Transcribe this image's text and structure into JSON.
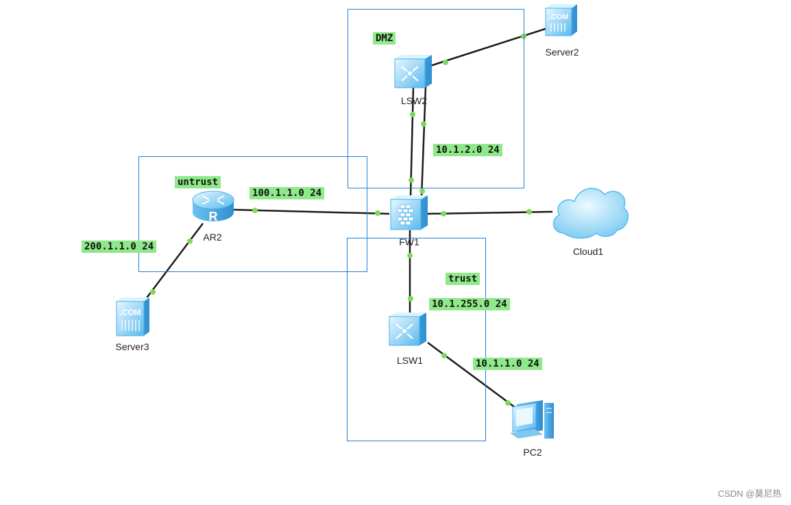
{
  "zones": {
    "dmz": "DMZ",
    "untrust": "untrust",
    "trust": "trust"
  },
  "networks": {
    "dmz_net": "10.1.2.0 24",
    "untrust_net": "100.1.1.0 24",
    "server3_net": "200.1.1.0 24",
    "trust_net": "10.1.255.0 24",
    "pc_net": "10.1.1.0 24"
  },
  "devices": {
    "server2": "Server2",
    "lsw2": "LSW2",
    "ar2": "AR2",
    "fw1": "FW1",
    "cloud1": "Cloud1",
    "server3": "Server3",
    "lsw1": "LSW1",
    "pc2": "PC2"
  },
  "icons": {
    "server_badge": ".COM",
    "router_letter": "R"
  },
  "watermark": "CSDN @莫尼热",
  "colors": {
    "zone_border": "#1e7fd9",
    "tag_bg": "#8fe88a",
    "link": "#1a1a1a",
    "port_dot": "#7ed957",
    "device_light": "#cdf0ff",
    "device_dark": "#4aaee8"
  }
}
